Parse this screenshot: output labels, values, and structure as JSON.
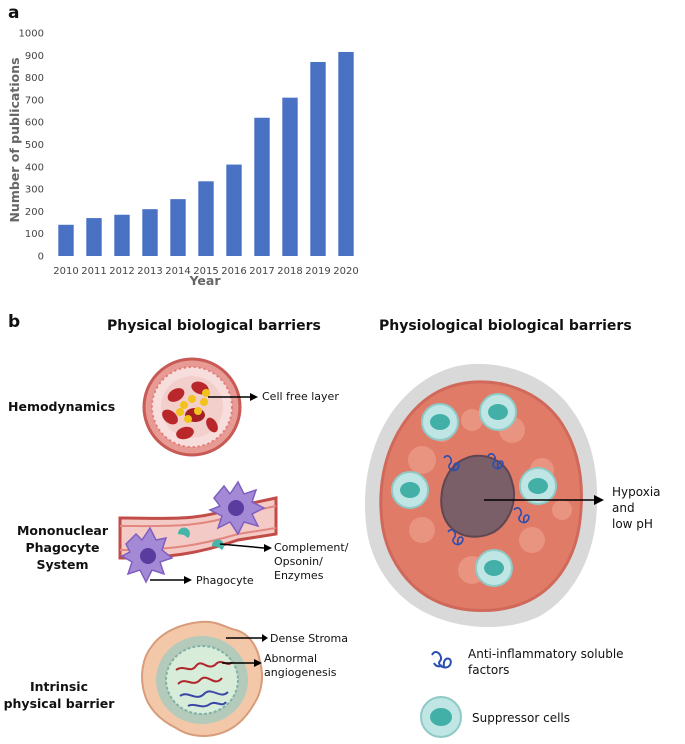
{
  "panel_a": {
    "letter": "a",
    "chart_data": {
      "type": "bar",
      "categories": [
        "2010",
        "2011",
        "2012",
        "2013",
        "2014",
        "2015",
        "2016",
        "2017",
        "2018",
        "2019",
        "2020"
      ],
      "values": [
        140,
        170,
        185,
        210,
        255,
        335,
        410,
        620,
        710,
        870,
        915
      ],
      "xlabel": "Year",
      "ylabel": "Number of publications",
      "ylim": [
        0,
        1000
      ],
      "yticks": [
        0,
        100,
        200,
        300,
        400,
        500,
        600,
        700,
        800,
        900,
        1000
      ],
      "grid": false,
      "bar_color": "#4a72c4"
    }
  },
  "panel_b": {
    "letter": "b",
    "physical_title": "Physical biological barriers",
    "physiological_title": "Physiological biological barriers",
    "rows": {
      "hemodynamics": "Hemodynamics",
      "mps": "Mononuclear\nPhagocyte System",
      "intrinsic": "Intrinsic\nphysical barrier"
    },
    "annotations": {
      "cell_free": "Cell free layer",
      "complement": "Complement/\nOpsonin/\nEnzymes",
      "phagocyte": "Phagocyte",
      "stroma": "Dense Stroma",
      "angio": "Abnormal\nangiogenesis",
      "hypoxia": "Hypoxia and\nlow pH"
    },
    "legend": {
      "factors": "Anti-inflammatory soluble\nfactors",
      "suppressor": "Suppressor cells"
    }
  }
}
